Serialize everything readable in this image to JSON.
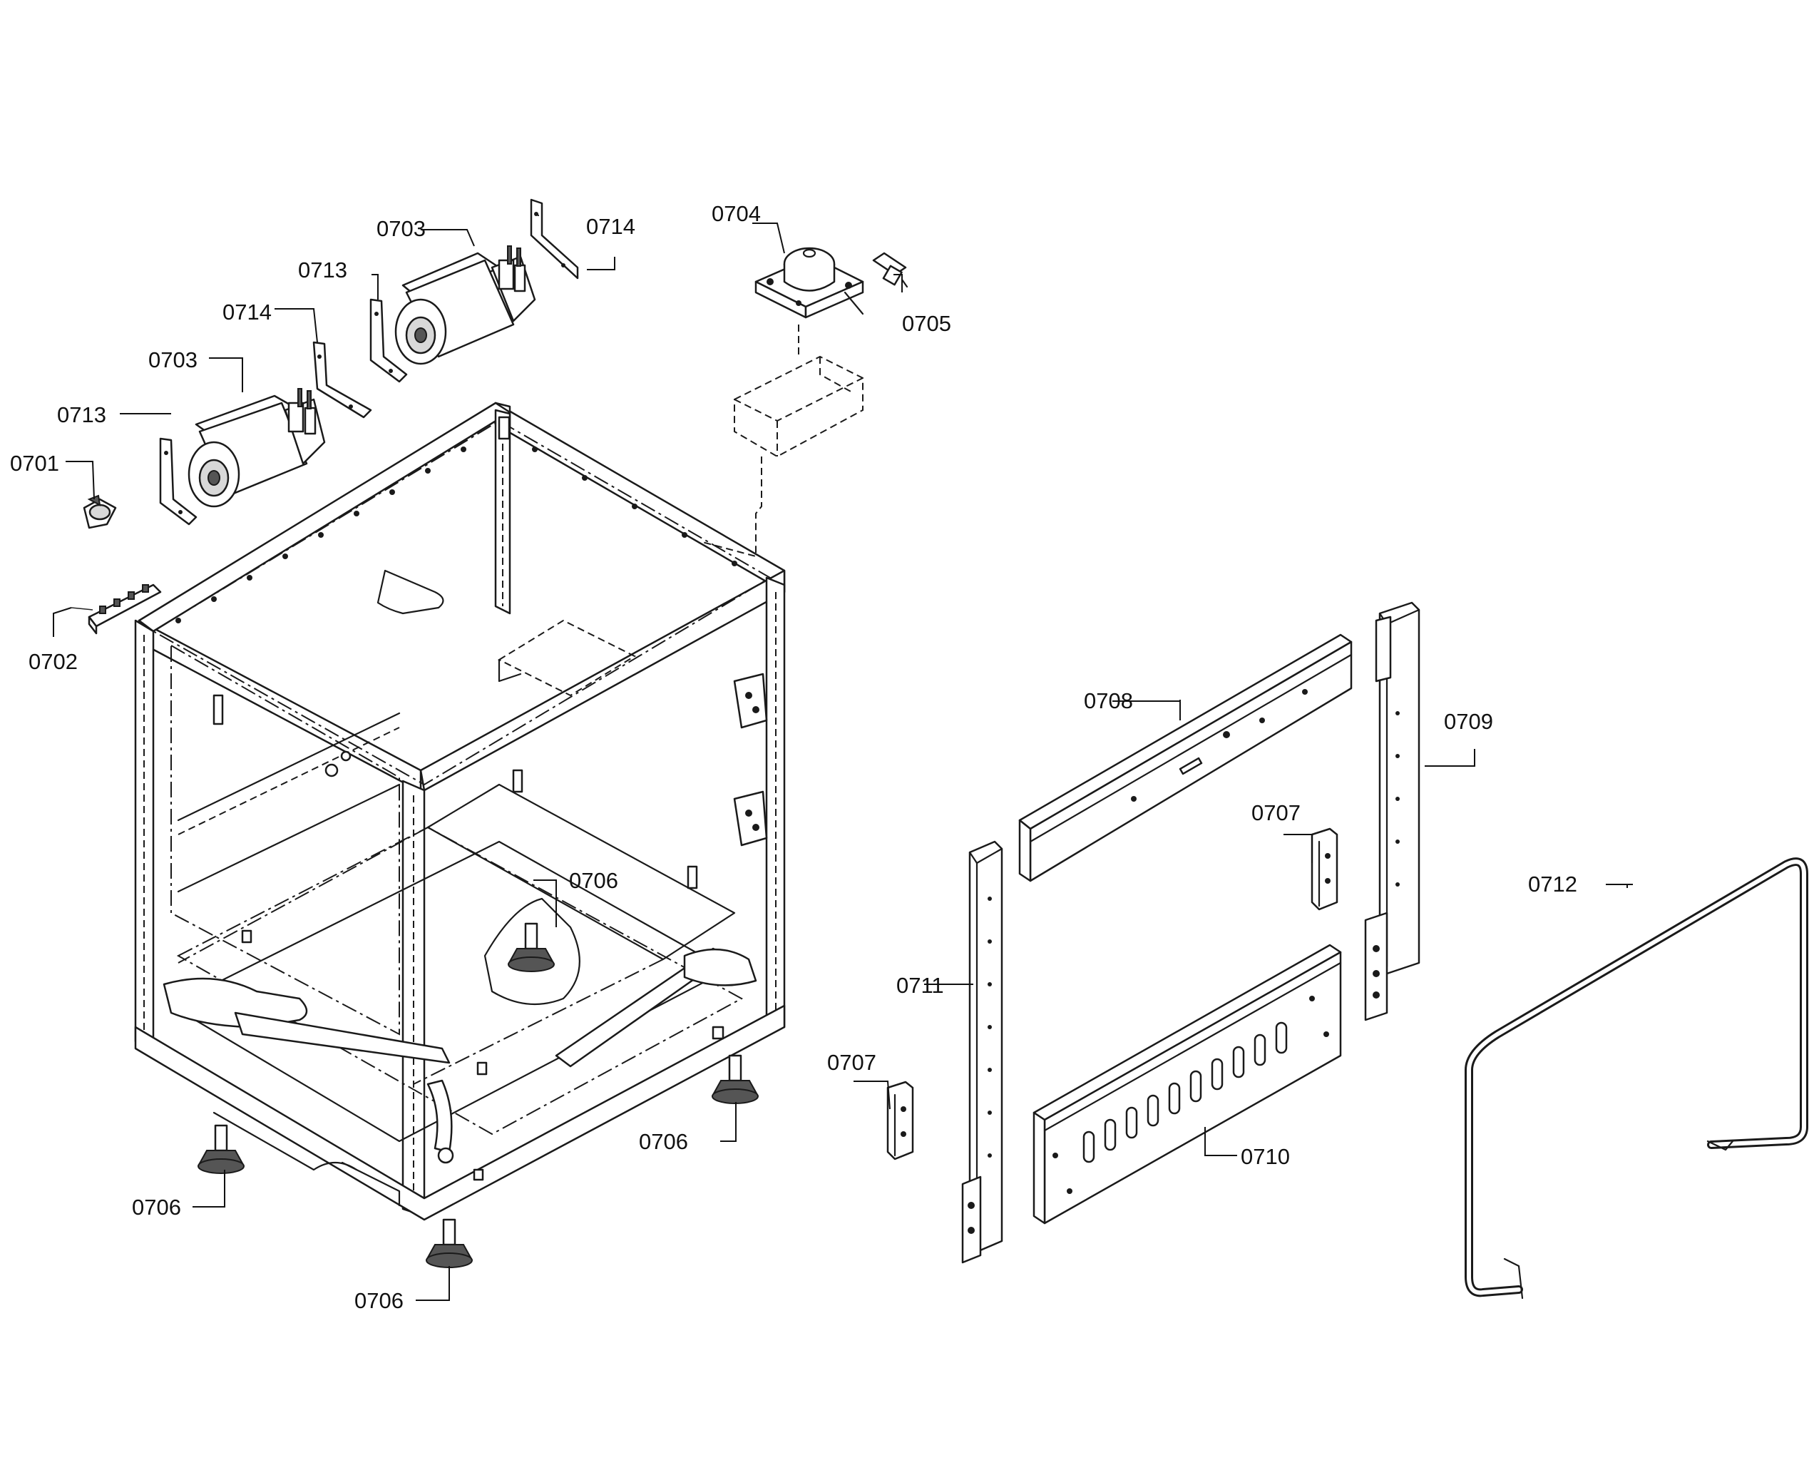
{
  "labels": {
    "l0701": "0701",
    "l0702": "0702",
    "l0703a": "0703",
    "l0703b": "0703",
    "l0704": "0704",
    "l0705": "0705",
    "l0706a": "0706",
    "l0706b": "0706",
    "l0706c": "0706",
    "l0706d": "0706",
    "l0707a": "0707",
    "l0707b": "0707",
    "l0708": "0708",
    "l0709": "0709",
    "l0710": "0710",
    "l0711": "0711",
    "l0712": "0712",
    "l0713a": "0713",
    "l0713b": "0713",
    "l0714a": "0714",
    "l0714b": "0714"
  }
}
